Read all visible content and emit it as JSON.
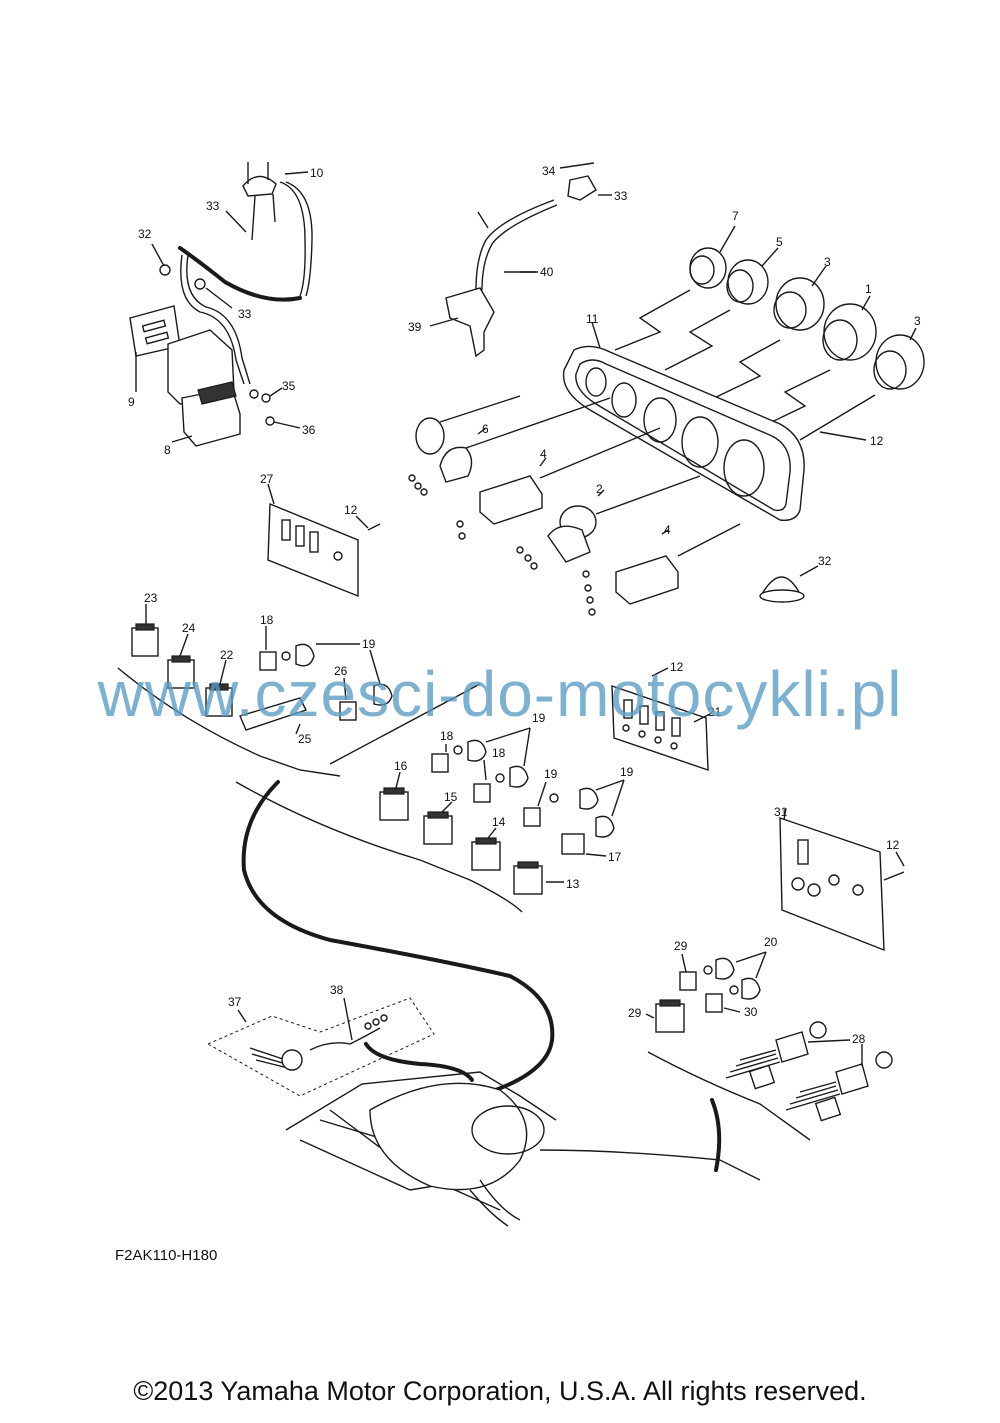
{
  "diagram": {
    "figure_code": "F2AK110-H180",
    "watermark": "www.czesci-do-motocykli.pl",
    "copyright": "©2013 Yamaha Motor Corporation, U.S.A. All rights reserved.",
    "callouts": [
      "1",
      "2",
      "3",
      "3",
      "4",
      "4",
      "5",
      "6",
      "7",
      "8",
      "9",
      "10",
      "11",
      "12",
      "12",
      "12",
      "12",
      "13",
      "14",
      "15",
      "16",
      "17",
      "18",
      "18",
      "18",
      "19",
      "19",
      "19",
      "19",
      "20",
      "21",
      "22",
      "23",
      "24",
      "25",
      "26",
      "27",
      "28",
      "29",
      "29",
      "30",
      "31",
      "32",
      "32",
      "33",
      "33",
      "33",
      "34",
      "35",
      "36",
      "37",
      "38",
      "39",
      "40"
    ]
  }
}
